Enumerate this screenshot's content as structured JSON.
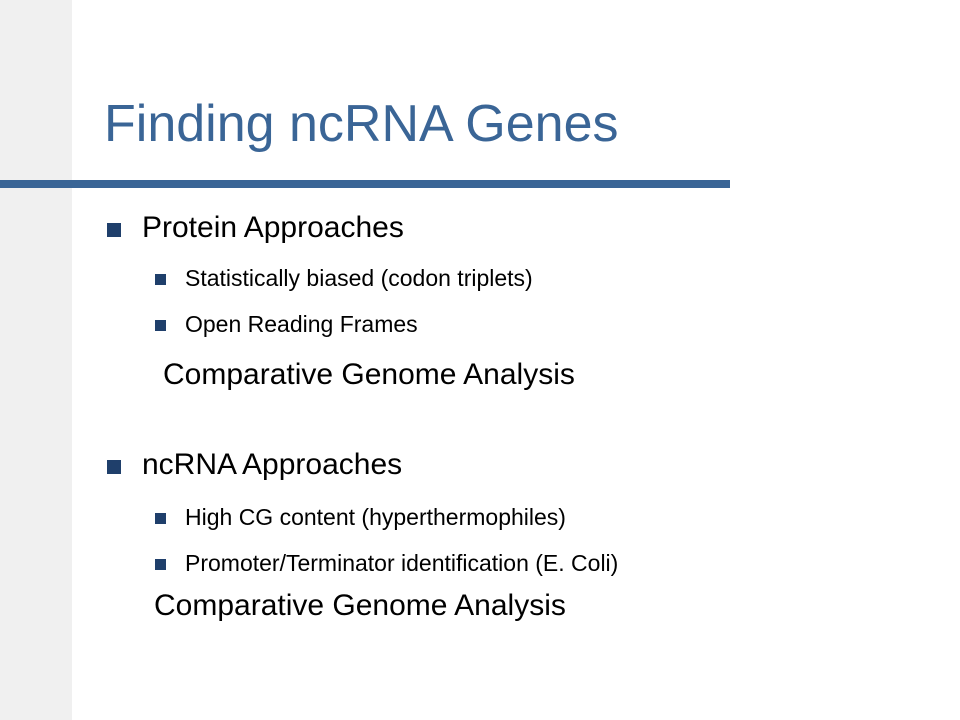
{
  "slide": {
    "title": "Finding ncRNA Genes",
    "sections": [
      {
        "heading": "Protein Approaches",
        "items": [
          "Statistically biased (codon triplets)",
          "Open Reading Frames"
        ],
        "trailing": "Comparative Genome Analysis"
      },
      {
        "heading": "ncRNA Approaches",
        "items": [
          "High CG content (hyperthermophiles)",
          "Promoter/Terminator identification (E. Coli)"
        ],
        "trailing": "Comparative Genome Analysis"
      }
    ],
    "colors": {
      "accent": "#3a6596",
      "bullet": "#1f3f6b",
      "band": "#f0f0f0"
    }
  }
}
